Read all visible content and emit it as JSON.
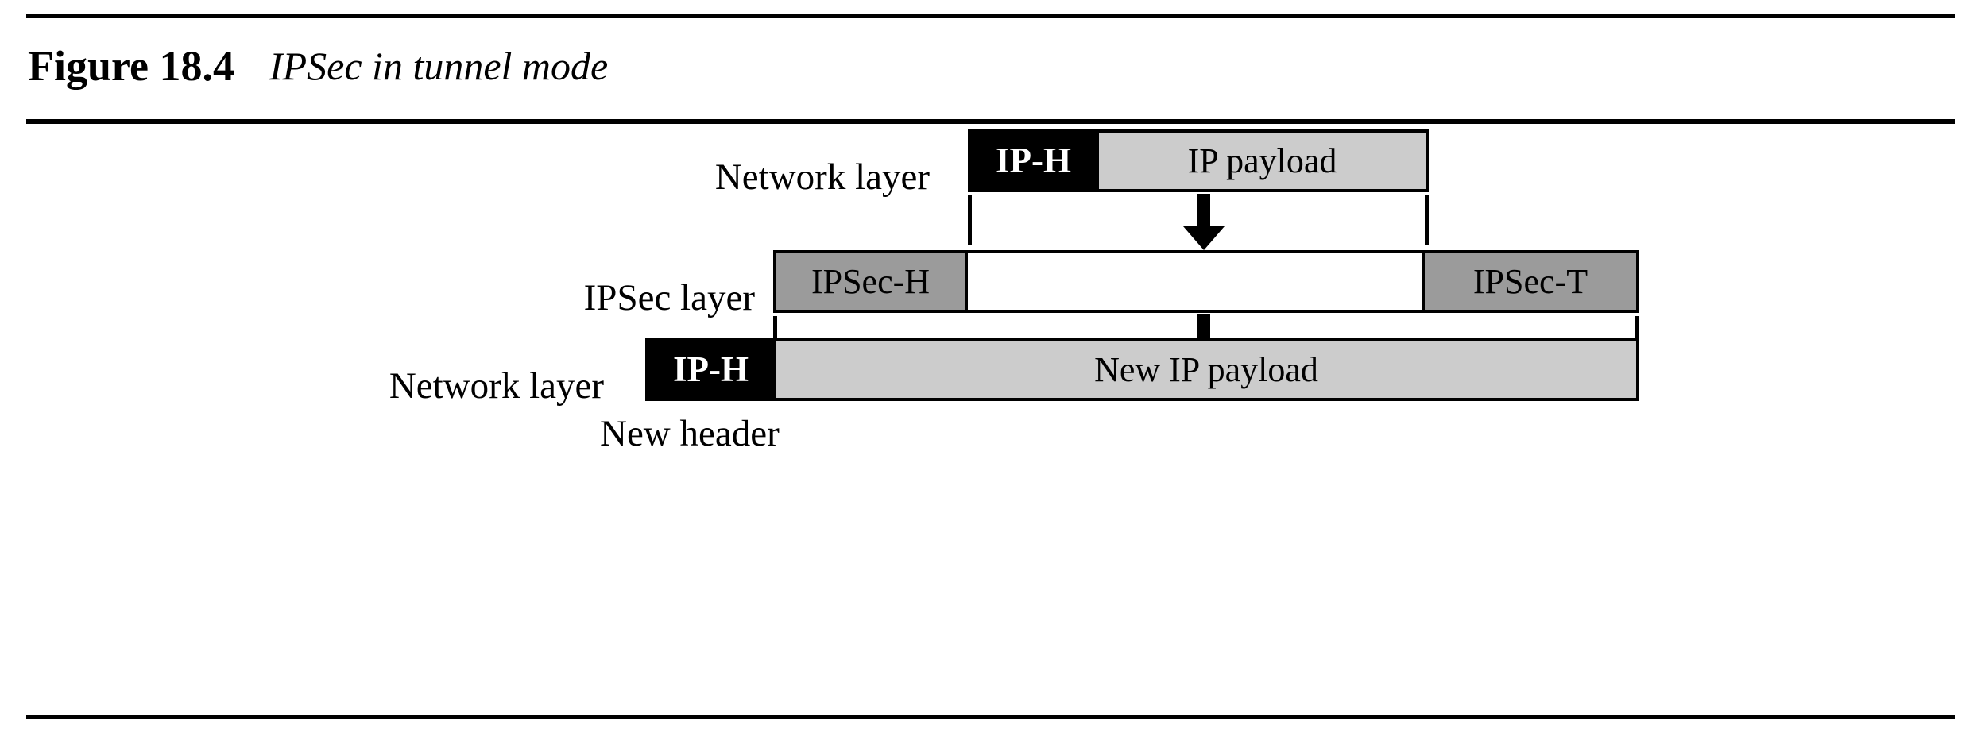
{
  "figure": {
    "label": "Figure 18.4",
    "title": "IPSec in tunnel mode"
  },
  "colors": {
    "black_field": "#000000",
    "light_gray_field": "#cccccc",
    "mid_gray_field": "#9b9b9b",
    "white_field": "#ffffff",
    "outline": "#000000",
    "page_background": "#ffffff"
  },
  "diagram": {
    "rows": [
      {
        "id": "row-network-layer-original",
        "label": "Network layer",
        "fields": [
          {
            "text": "IP-H",
            "style": "black"
          },
          {
            "text": "IP payload",
            "style": "light-gray"
          }
        ]
      },
      {
        "id": "row-ipsec-layer",
        "label": "IPSec layer",
        "fields": [
          {
            "text": "IPSec-H",
            "style": "mid-gray"
          },
          {
            "text": "",
            "style": "white"
          },
          {
            "text": "IPSec-T",
            "style": "mid-gray"
          }
        ]
      },
      {
        "id": "row-network-layer-new",
        "label": "Network layer",
        "fields": [
          {
            "text": "IP-H",
            "style": "black"
          },
          {
            "text": "New IP payload",
            "style": "light-gray"
          }
        ]
      }
    ],
    "annotations": [
      {
        "id": "new-header-caption",
        "text": "New header"
      }
    ],
    "arrows": [
      {
        "id": "arrow-network-to-ipsec",
        "direction": "down"
      },
      {
        "id": "arrow-ipsec-to-network",
        "direction": "down"
      }
    ]
  }
}
